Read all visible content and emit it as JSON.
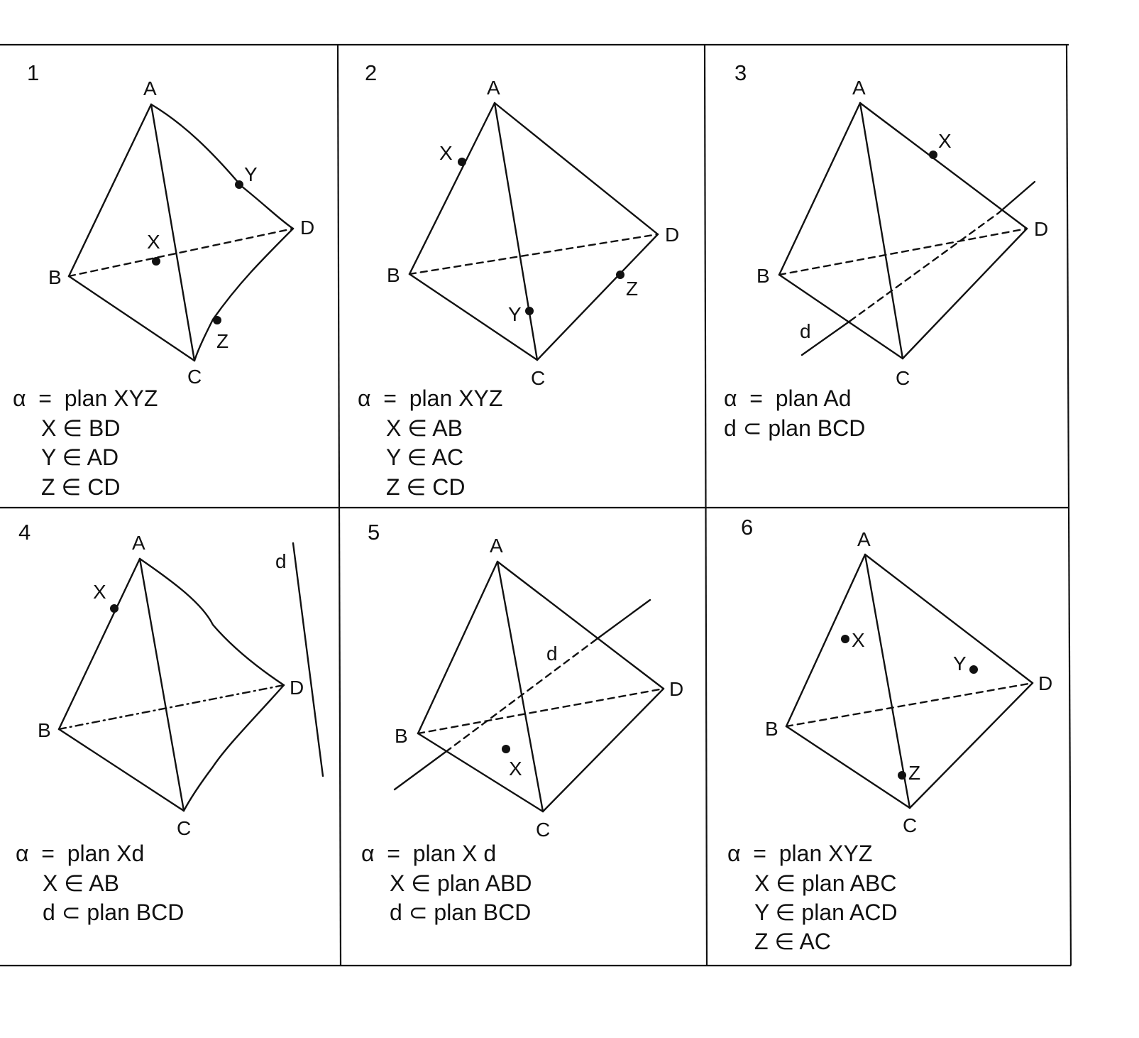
{
  "panels": [
    {
      "number": "1",
      "vertices": {
        "A": "A",
        "B": "B",
        "C": "C",
        "D": "D"
      },
      "points": {
        "X": "X",
        "Y": "Y",
        "Z": "Z"
      },
      "caption": [
        "α  =  plan XYZ",
        "X ∈ BD",
        "Y ∈ AD",
        "Z ∈ CD"
      ]
    },
    {
      "number": "2",
      "vertices": {
        "A": "A",
        "B": "B",
        "C": "C",
        "D": "D"
      },
      "points": {
        "X": "X",
        "Y": "Y",
        "Z": "Z"
      },
      "caption": [
        "α  =  plan XYZ",
        "X ∈ AB",
        "Y ∈ AC",
        "Z ∈ CD"
      ]
    },
    {
      "number": "3",
      "vertices": {
        "A": "A",
        "B": "B",
        "C": "C",
        "D": "D"
      },
      "points": {
        "X": "X"
      },
      "line": "d",
      "caption": [
        "α  =  plan Ad",
        "d ⊂ plan BCD"
      ]
    },
    {
      "number": "4",
      "vertices": {
        "A": "A",
        "B": "B",
        "C": "C",
        "D": "D"
      },
      "points": {
        "X": "X"
      },
      "line": "d",
      "caption": [
        "α  =  plan Xd",
        "X ∈ AB",
        "d ⊂ plan BCD"
      ]
    },
    {
      "number": "5",
      "vertices": {
        "A": "A",
        "B": "B",
        "C": "C",
        "D": "D"
      },
      "points": {
        "X": "X"
      },
      "line": "d",
      "caption": [
        "α  =  plan X d",
        "X ∈ plan ABD",
        "d ⊂ plan BCD"
      ]
    },
    {
      "number": "6",
      "vertices": {
        "A": "A",
        "B": "B",
        "C": "C",
        "D": "D"
      },
      "points": {
        "X": "X",
        "Y": "Y",
        "Z": "Z"
      },
      "caption": [
        "α  =  plan XYZ",
        "X ∈ plan ABC",
        "Y ∈ plan ACD",
        "Z ∈ AC"
      ]
    }
  ]
}
